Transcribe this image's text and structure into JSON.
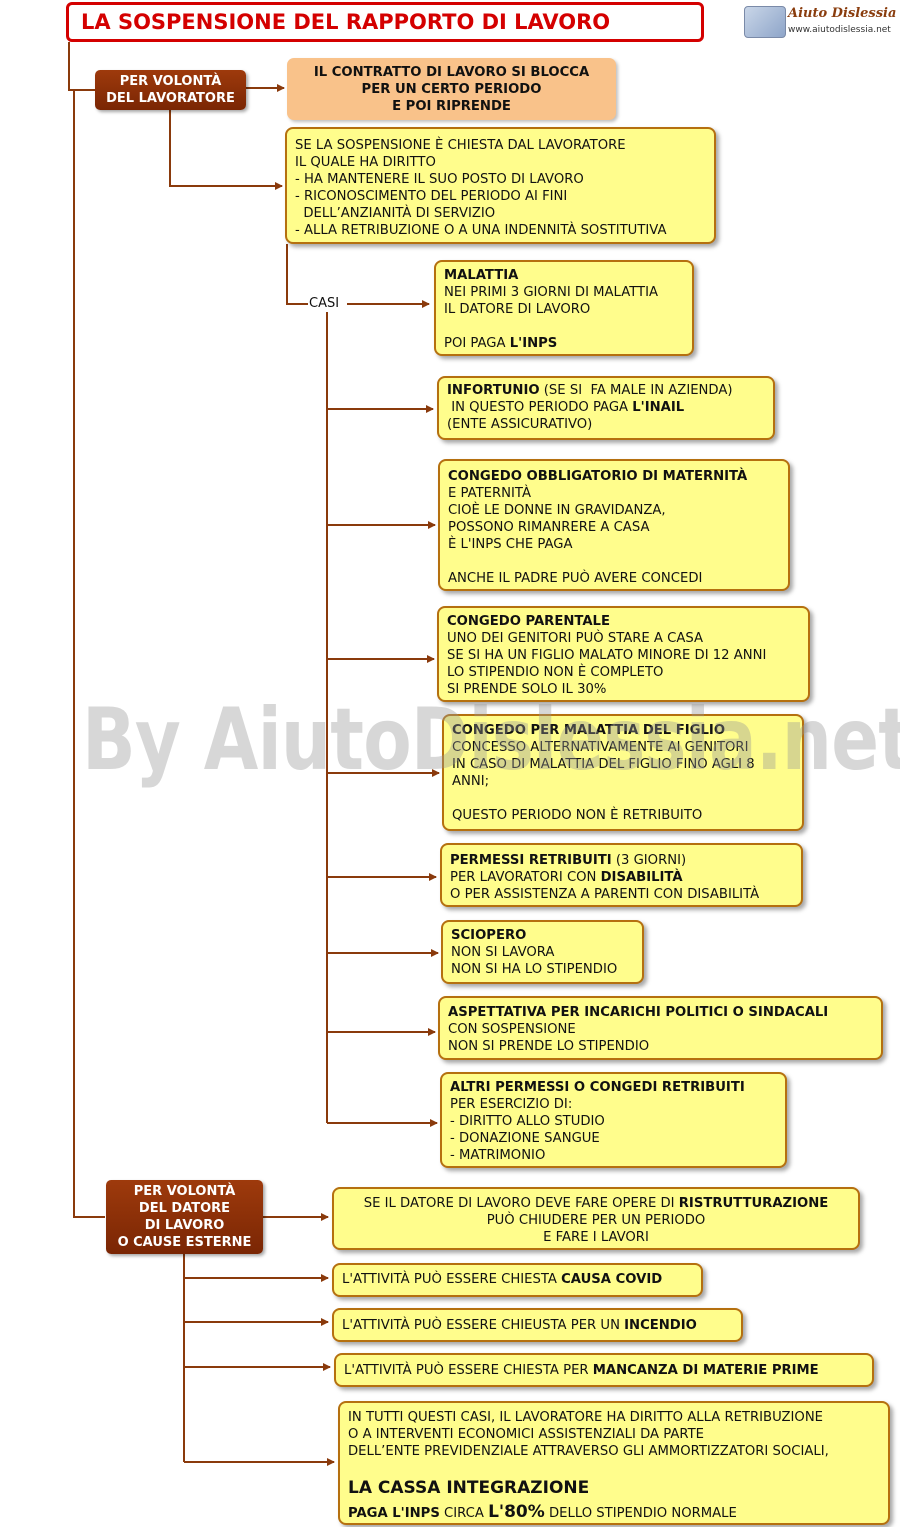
{
  "title": "LA SOSPENSIONE DEL RAPPORTO DI LAVORO",
  "logo": {
    "name": "Aiuto Dislessia",
    "url": "www.aiutodislessia.net"
  },
  "watermark": "By AiutoDislessia.net",
  "worker": {
    "label": [
      "PER VOLONTÀ",
      "DEL LAVORATORE"
    ],
    "contract_note": [
      "IL CONTRATTO DI LAVORO  SI BLOCCA",
      "PER UN CERTO PERIODO",
      "E POI RIPRENDE"
    ],
    "rights": [
      "SE LA SOSPENSIONE È CHIESTA DAL LAVORATORE",
      "IL QUALE HA DIRITTO",
      "- HA MANTENERE IL SUO POSTO DI LAVORO",
      "- RICONOSCIMENTO DEL PERIODO AI FINI",
      "  DELL’ANZIANITÀ DI SERVIZIO",
      "- ALLA RETRIBUZIONE O A UNA INDENNITÀ SOSTITUTIVA"
    ],
    "cases_label": "CASI",
    "cases": [
      {
        "id": "malattia",
        "lines": [
          [
            {
              "t": "MALATTIA",
              "b": true
            }
          ],
          [
            {
              "t": "NEI PRIMI 3 GIORNI DI MALATTIA"
            }
          ],
          [
            {
              "t": "IL DATORE DI LAVORO"
            }
          ],
          [],
          [
            {
              "t": "POI PAGA "
            },
            {
              "t": "L'INPS",
              "b": true
            }
          ]
        ]
      },
      {
        "id": "infortunio",
        "lines": [
          [
            {
              "t": "INFORTUNIO",
              "b": true
            },
            {
              "t": " (SE SI  FA MALE IN AZIENDA)"
            }
          ],
          [
            {
              "t": " IN QUESTO PERIODO PAGA "
            },
            {
              "t": "L'INAIL",
              "b": true
            }
          ],
          [
            {
              "t": "(ENTE ASSICURATIVO)"
            }
          ]
        ]
      },
      {
        "id": "maternita",
        "lines": [
          [
            {
              "t": "CONGEDO OBBLIGATORIO DI MATERNITÀ",
              "b": true
            }
          ],
          [
            {
              "t": "E PATERNITÀ"
            }
          ],
          [
            {
              "t": "CIOÈ LE DONNE IN GRAVIDANZA,"
            }
          ],
          [
            {
              "t": "POSSONO RIMANRERE A CASA"
            }
          ],
          [
            {
              "t": "È L'INPS CHE PAGA"
            }
          ],
          [],
          [
            {
              "t": "ANCHE IL PADRE PUÒ AVERE CONCEDI"
            }
          ]
        ]
      },
      {
        "id": "parentale",
        "lines": [
          [
            {
              "t": "CONGEDO PARENTALE",
              "b": true
            }
          ],
          [
            {
              "t": "UNO DEI GENITORI PUÒ STARE A CASA"
            }
          ],
          [
            {
              "t": "SE SI HA UN FIGLIO MALATO MINORE DI 12 ANNI"
            }
          ],
          [
            {
              "t": "LO STIPENDIO NON È COMPLETO"
            }
          ],
          [
            {
              "t": "SI PRENDE SOLO IL 30%"
            }
          ]
        ]
      },
      {
        "id": "malattia-figlio",
        "lines": [
          [
            {
              "t": "CONGEDO PER MALATTIA DEL FIGLIO",
              "b": true
            }
          ],
          [
            {
              "t": "CONCESSO ALTERNATIVAMENTE AI GENITORI"
            }
          ],
          [
            {
              "t": "IN CASO DI MALATTIA DEL FIGLIO FINO AGLI 8"
            }
          ],
          [
            {
              "t": "ANNI;"
            }
          ],
          [],
          [
            {
              "t": "QUESTO PERIODO NON È RETRIBUITO"
            }
          ]
        ]
      },
      {
        "id": "permessi",
        "lines": [
          [
            {
              "t": "PERMESSI RETRIBUITI",
              "b": true
            },
            {
              "t": " (3 GIORNI)"
            }
          ],
          [
            {
              "t": "PER LAVORATORI CON "
            },
            {
              "t": "DISABILITÀ",
              "b": true
            }
          ],
          [
            {
              "t": "O PER ASSISTENZA A PARENTI CON DISABILITÀ"
            }
          ]
        ]
      },
      {
        "id": "sciopero",
        "lines": [
          [
            {
              "t": "SCIOPERO",
              "b": true
            }
          ],
          [
            {
              "t": "NON SI LAVORA"
            }
          ],
          [
            {
              "t": "NON SI HA LO STIPENDIO"
            }
          ]
        ]
      },
      {
        "id": "aspettativa",
        "lines": [
          [
            {
              "t": "ASPETTATIVA PER INCARICHI POLITICI O SINDACALI",
              "b": true
            }
          ],
          [
            {
              "t": "CON SOSPENSIONE"
            }
          ],
          [
            {
              "t": "NON SI PRENDE LO STIPENDIO"
            }
          ]
        ]
      },
      {
        "id": "altri-permessi",
        "lines": [
          [
            {
              "t": "ALTRI PERMESSI O CONGEDI RETRIBUITI",
              "b": true
            }
          ],
          [
            {
              "t": "PER ESERCIZIO DI:"
            }
          ],
          [
            {
              "t": "- DIRITTO ALLO STUDIO"
            }
          ],
          [
            {
              "t": "- DONAZIONE SANGUE"
            }
          ],
          [
            {
              "t": "- MATRIMONIO"
            }
          ]
        ]
      }
    ]
  },
  "employer": {
    "label": [
      "PER VOLONTÀ",
      "DEL DATORE",
      "DI LAVORO",
      "O CAUSE ESTERNE"
    ],
    "items": [
      {
        "id": "ristrutturazione",
        "lines": [
          [
            {
              "t": "SE IL DATORE DI LAVORO DEVE FARE OPERE DI "
            },
            {
              "t": "RISTRUTTURAZIONE",
              "b": true
            }
          ],
          [
            {
              "t": "PUÒ CHIUDERE PER UN PERIODO"
            }
          ],
          [
            {
              "t": "E FARE I LAVORI"
            }
          ]
        ]
      },
      {
        "id": "covid",
        "lines": [
          [
            {
              "t": "L'ATTIVITÀ PUÒ ESSERE CHIESTA "
            },
            {
              "t": "CAUSA COVID",
              "b": true
            }
          ]
        ]
      },
      {
        "id": "incendio",
        "lines": [
          [
            {
              "t": "L'ATTIVITÀ PUÒ ESSERE CHIEUSTA PER UN "
            },
            {
              "t": "INCENDIO",
              "b": true
            }
          ]
        ]
      },
      {
        "id": "materie-prime",
        "lines": [
          [
            {
              "t": "L'ATTIVITÀ PUÒ ESSERE CHIESTA PER "
            },
            {
              "t": "MANCANZA DI MATERIE PRIME",
              "b": true
            }
          ]
        ]
      },
      {
        "id": "cassa-integrazione",
        "lines": [
          [
            {
              "t": "IN TUTTI QUESTI CASI, IL LAVORATORE HA DIRITTO ALLA RETRIBUZIONE"
            }
          ],
          [
            {
              "t": "O A INTERVENTI ECONOMICI ASSISTENZIALI DA PARTE"
            }
          ],
          [
            {
              "t": "DELL’ENTE PREVIDENZIALE ATTRAVERSO GLI AMMORTIZZATORI SOCIALI,"
            }
          ],
          [],
          [
            {
              "t": "LA CASSA INTEGRAZIONE",
              "big": true
            }
          ],
          [
            {
              "t": "PAGA L'INPS",
              "b": true
            },
            {
              "t": " CIRCA "
            },
            {
              "t": "L'80%",
              "big": true
            },
            {
              "t": " DELLO STIPENDIO NORMALE"
            }
          ]
        ]
      }
    ]
  }
}
